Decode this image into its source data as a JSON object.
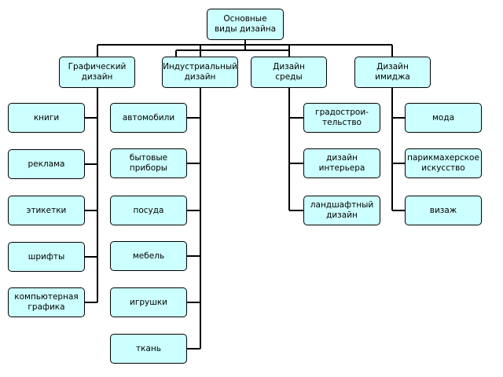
{
  "diagram": {
    "root": "Основные\nвиды дизайна",
    "categories": [
      {
        "label": "Графический\nдизайн",
        "items": [
          "книги",
          "реклама",
          "этикетки",
          "шрифты",
          "компьютерная\nграфика"
        ]
      },
      {
        "label": "Индустриальный\nдизайн",
        "items": [
          "автомобили",
          "бытовые\nприборы",
          "посуда",
          "мебель",
          "игрушки",
          "ткань"
        ]
      },
      {
        "label": "Дизайн\nсреды",
        "items": [
          "градострои-\nтельство",
          "дизайн\nинтерьера",
          "ландшафтный\nдизайн"
        ]
      },
      {
        "label": "Дизайн\nимиджа",
        "items": [
          "мода",
          "парикмахерское\nискусство",
          "визаж"
        ]
      }
    ]
  },
  "colors": {
    "node_fill": "#ccffff",
    "node_border": "#000000",
    "connector": "#000000",
    "background": "#ffffff"
  }
}
